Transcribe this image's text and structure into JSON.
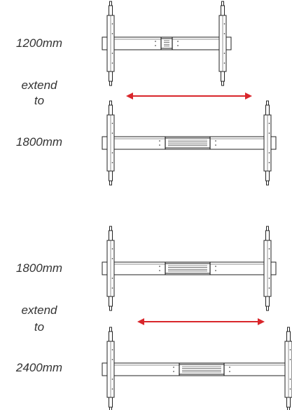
{
  "labels": {
    "size_a_top": "1200mm",
    "extend_1": "extend",
    "to_1": "to",
    "size_b_top": "1800mm",
    "size_a_bottom": "1800mm",
    "extend_2": "extend",
    "to_2": "to",
    "size_b_bottom": "2400mm"
  },
  "colors": {
    "arrow": "#d9262b",
    "line": "#222222",
    "label": "#333333"
  }
}
